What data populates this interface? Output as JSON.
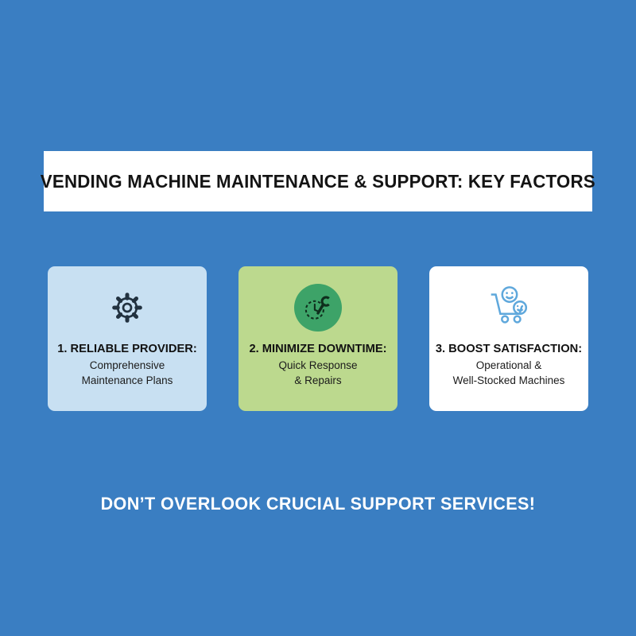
{
  "header": {
    "title": "VENDING MACHINE MAINTENANCE & SUPPORT: KEY FACTORS"
  },
  "cards": [
    {
      "icon": "gear-icon",
      "title": "1. RELIABLE PROVIDER:",
      "sub1": "Comprehensive",
      "sub2": "Maintenance Plans"
    },
    {
      "icon": "clock-wrench-icon",
      "title": "2. MINIMIZE DOWNTIME:",
      "sub1": "Quick Response",
      "sub2": "& Repairs"
    },
    {
      "icon": "cart-smileys-icon",
      "title": "3. BOOST SATISFACTION:",
      "sub1": "Operational &",
      "sub2": "Well-Stocked Machines"
    }
  ],
  "footer": {
    "text": "DON’T OVERLOOK CRUCIAL SUPPORT SERVICES!"
  },
  "colors": {
    "background": "#3a7ec2",
    "card_blue": "#c8e0f2",
    "card_green": "#bcd98e",
    "card_white": "#ffffff",
    "badge_green": "#3da368",
    "icon_dark": "#223240",
    "icon_blue": "#5fa8dc",
    "text_dark": "#141414",
    "text_light": "#ffffff"
  }
}
